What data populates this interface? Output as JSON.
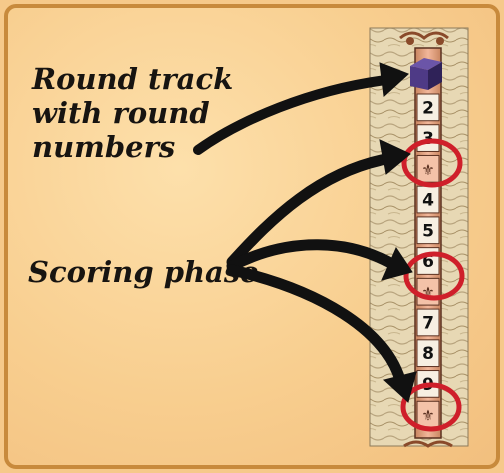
{
  "labels": {
    "round_track": [
      "Round track",
      "with round",
      "numbers"
    ],
    "scoring_phase": "Scoring phase"
  },
  "track": {
    "visible_numbers": [
      "2",
      "3",
      "4",
      "5",
      "6",
      "7",
      "8",
      "9"
    ],
    "fleur_glyph": "⚜",
    "scoring_spaces": 3
  },
  "colors": {
    "background": "#f6c98a",
    "border": "#c88a3c",
    "circle": "#cf1f2a",
    "arrow": "#111111",
    "cube": "#4e3a86",
    "track_fill": "#f2b79a"
  }
}
